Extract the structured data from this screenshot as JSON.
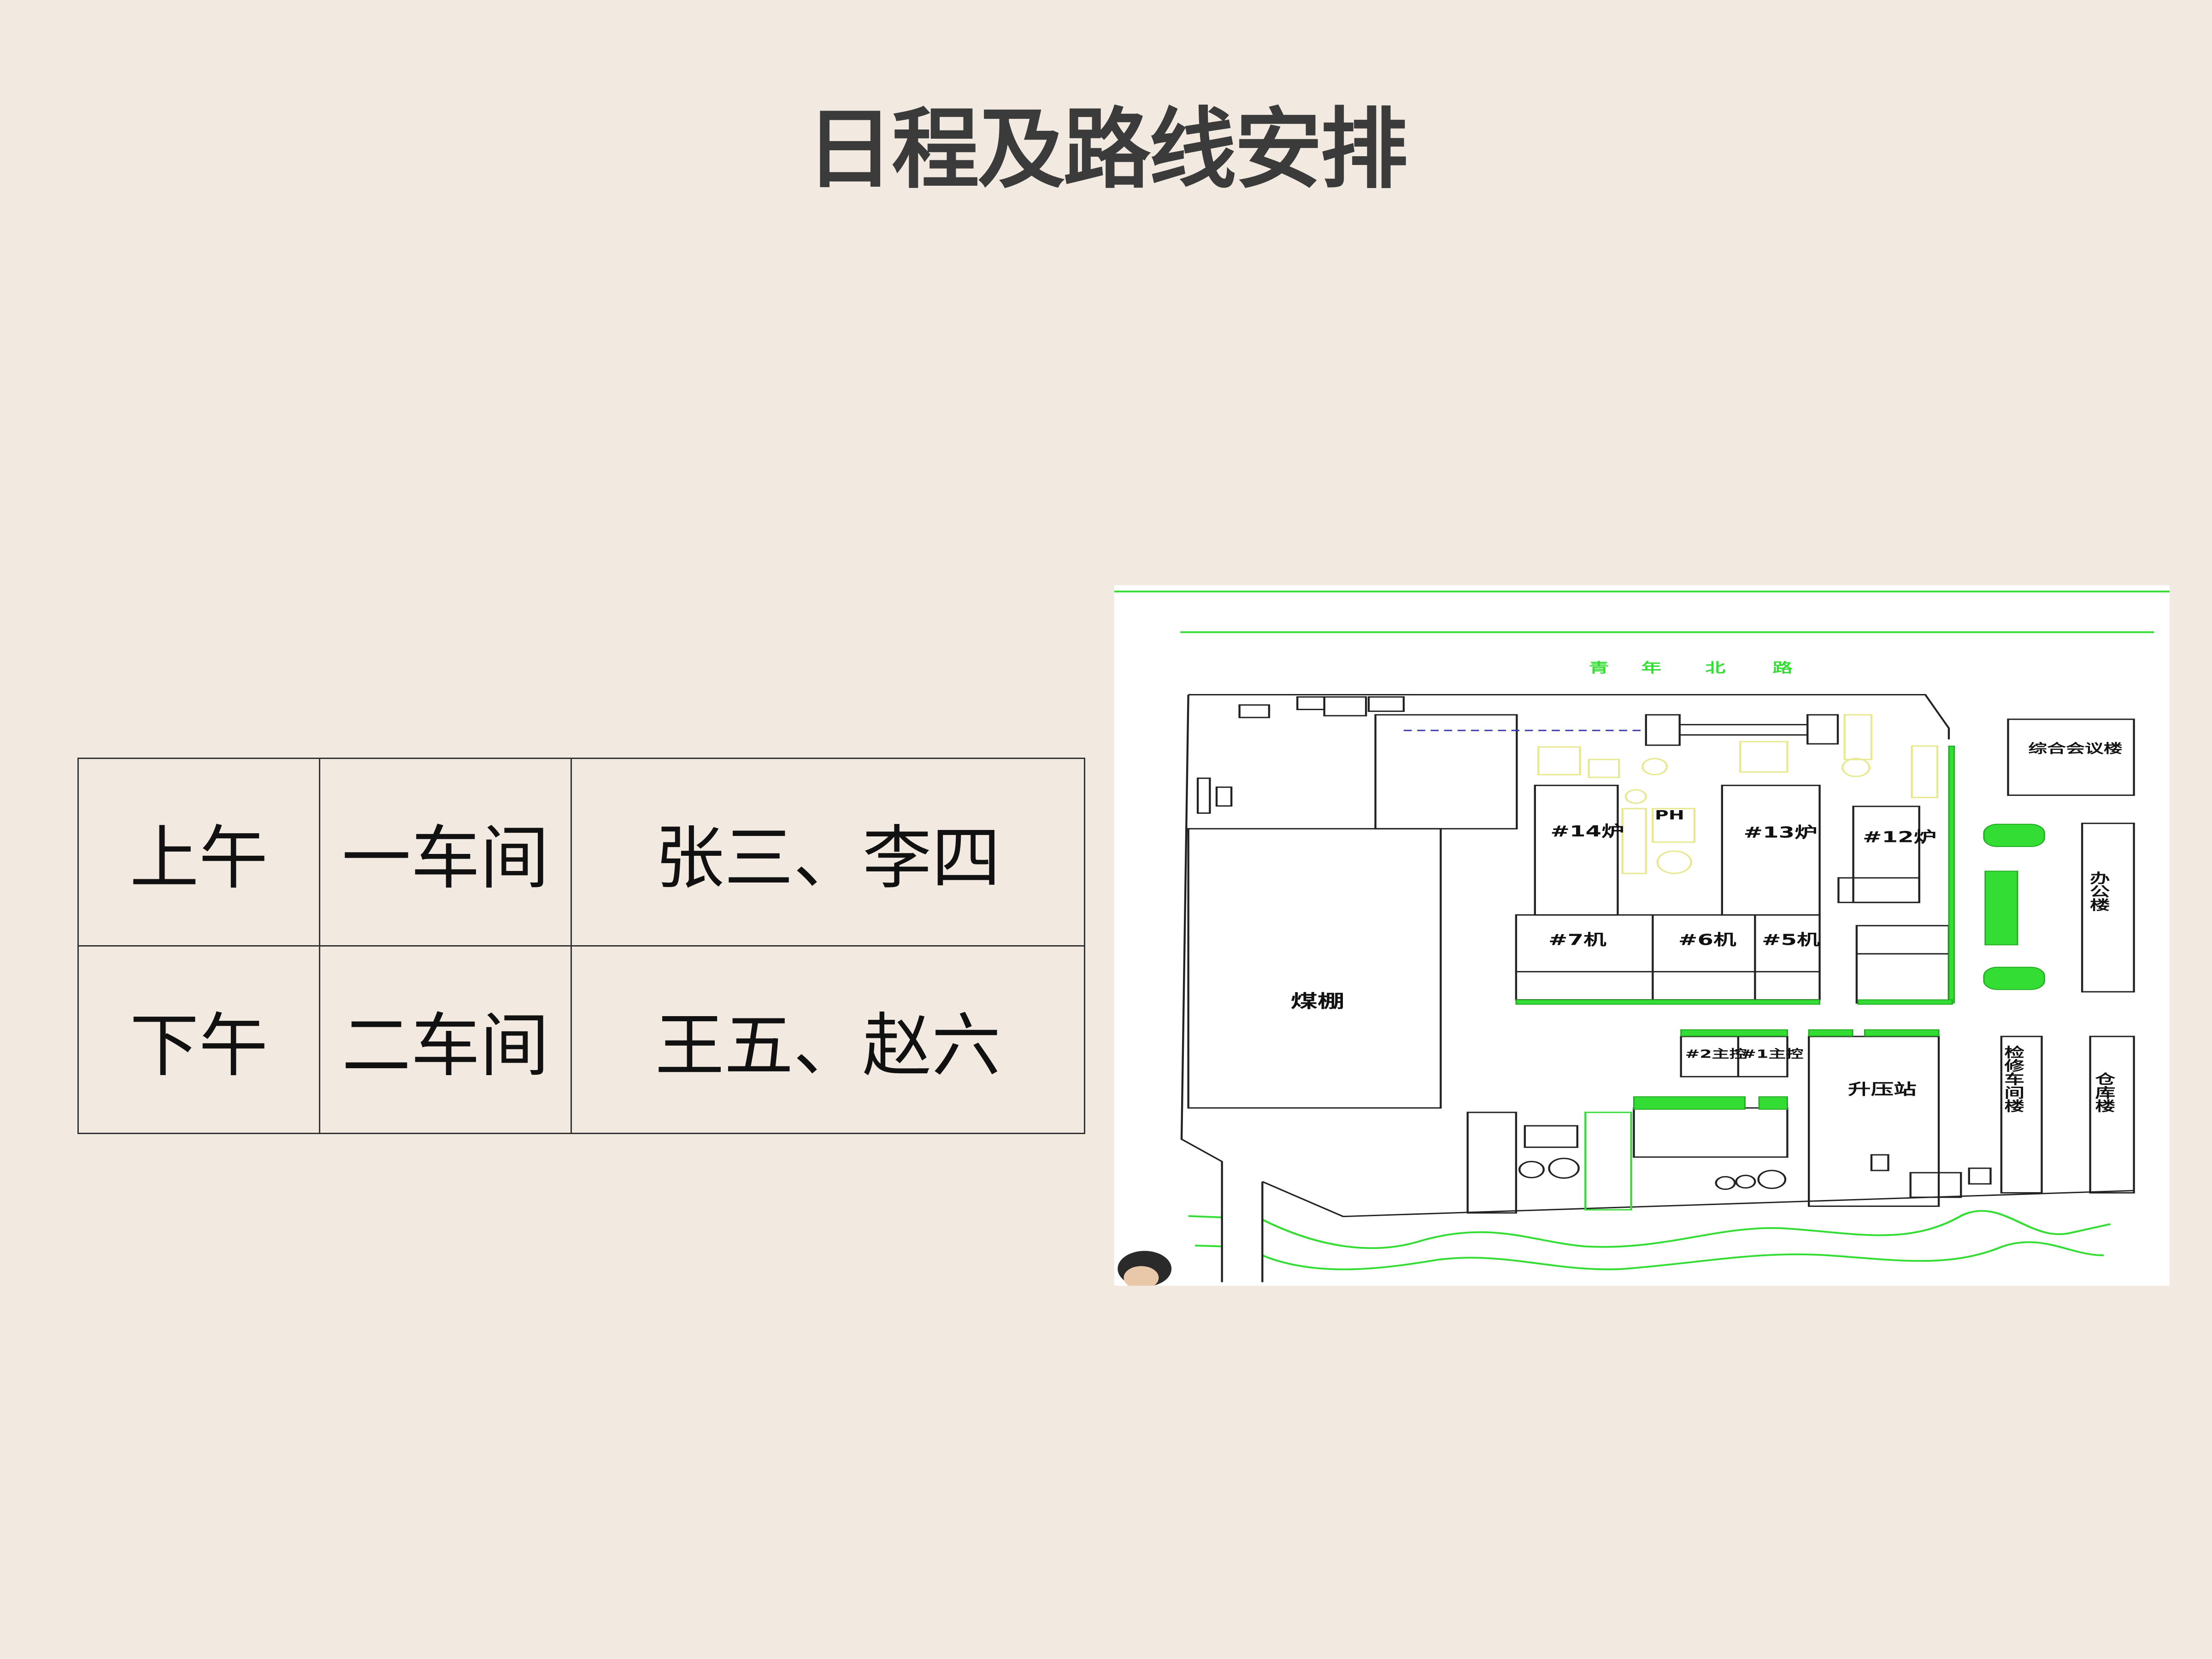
{
  "title": "日程及路线安排",
  "schedule": {
    "rows": [
      {
        "time": "上午",
        "workshop": "一车间",
        "people": "张三、李四"
      },
      {
        "time": "下午",
        "workshop": "二车间",
        "people": "王五、赵六"
      }
    ]
  },
  "map": {
    "road": [
      "青",
      "年",
      "北",
      "路"
    ],
    "labels": {
      "coal_shed": "煤棚",
      "boiler14": "#14炉",
      "boiler13": "#13炉",
      "boiler12": "#12炉",
      "unit7": "#7机",
      "unit6": "#6机",
      "unit5": "#5机",
      "control2": "#2主控",
      "control1": "#1主控",
      "substation": "升压站",
      "meeting": "综合会议楼",
      "office": "办公楼",
      "repair": "检修车间楼",
      "warehouse": "仓库楼",
      "ph": "PH"
    },
    "colors": {
      "green": "#33dd33",
      "yellow": "#f0f0a0",
      "line": "#222222"
    }
  }
}
